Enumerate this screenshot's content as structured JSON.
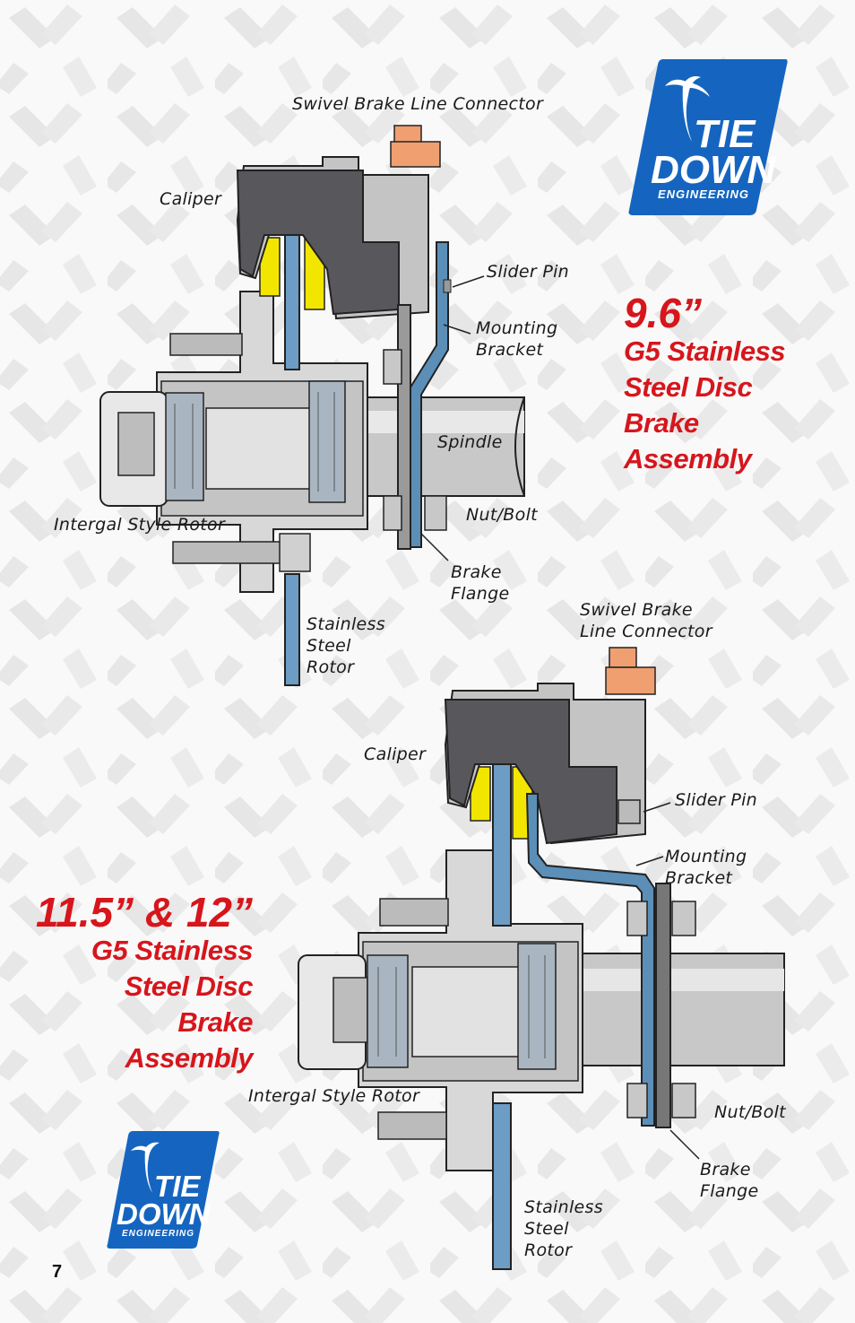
{
  "page_number": "7",
  "brand": {
    "logo_line1": "TIE",
    "logo_line2": "DOWN",
    "logo_line3": "ENGINEERING",
    "logo_bg": "#1565c0",
    "logo_fg": "#ffffff"
  },
  "assembly_top": {
    "size": "9.6”",
    "lines": [
      "G5 Stainless",
      "Steel Disc",
      "Brake",
      "Assembly"
    ],
    "labels": {
      "swivel": "Swivel Brake Line Connector",
      "caliper": "Caliper",
      "slider_pin": "Slider Pin",
      "mounting_1": "Mounting",
      "mounting_2": "Bracket",
      "spindle": "Spindle",
      "nut_bolt": "Nut/Bolt",
      "rotor_style": "Intergal Style Rotor",
      "flange_1": "Brake",
      "flange_2": "Flange",
      "stainless_1": "Stainless",
      "stainless_2": "Steel",
      "stainless_3": "Rotor"
    }
  },
  "assembly_bottom": {
    "size": "11.5” & 12”",
    "lines": [
      "G5 Stainless",
      "Steel Disc",
      "Brake",
      "Assembly"
    ],
    "labels": {
      "swivel_1": "Swivel Brake",
      "swivel_2": "Line Connector",
      "caliper": "Caliper",
      "slider_pin": "Slider Pin",
      "mounting_1": "Mounting",
      "mounting_2": "Bracket",
      "rotor_style": "Intergal Style Rotor",
      "nut_bolt": "Nut/Bolt",
      "flange_1": "Brake",
      "flange_2": "Flange",
      "stainless_1": "Stainless",
      "stainless_2": "Steel",
      "stainless_3": "Rotor"
    }
  },
  "colors": {
    "title_red": "#d6161c",
    "caliper_dark": "#555559",
    "bracket_blue": "#5b8fb8",
    "pad_yellow": "#f2e600",
    "connector_orange": "#f0a070",
    "hub_grey": "#d2d2d2"
  }
}
